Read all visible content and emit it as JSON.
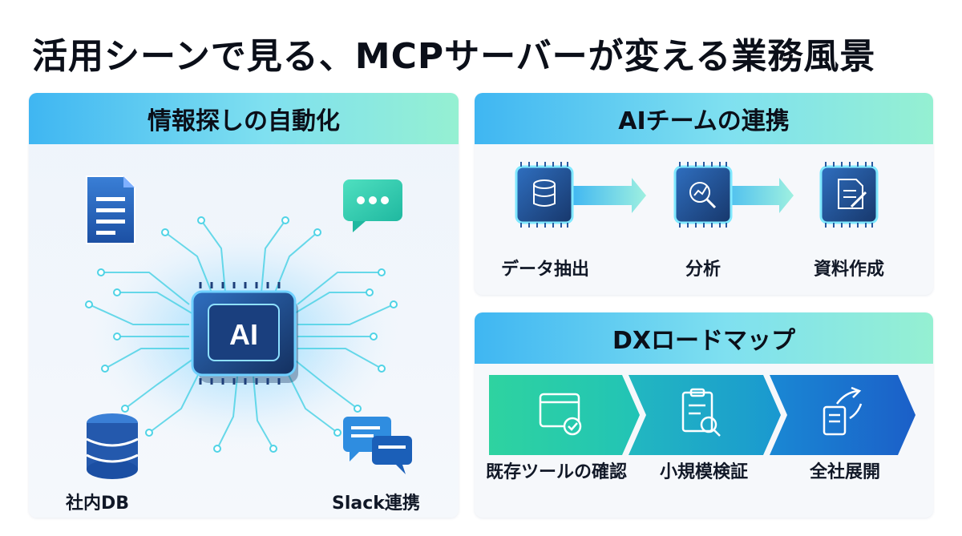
{
  "title": "活用シーンで見る、MCPサーバーが変える業務風景",
  "panels": {
    "info_search": {
      "header": "情報探しの自動化",
      "chip_label": "AI",
      "sources": {
        "internal_db": "社内DB",
        "slack": "Slack連携"
      }
    },
    "ai_team": {
      "header": "AIチームの連携",
      "steps": [
        "データ抽出",
        "分析",
        "資料作成"
      ]
    },
    "dx_roadmap": {
      "header": "DXロードマップ",
      "steps": [
        "既存ツールの確認",
        "小規模検証",
        "全社展開"
      ]
    }
  },
  "colors": {
    "header_start": "#3fb6f2",
    "header_end": "#95f0d2",
    "chip_dark": "#1e3f7a",
    "circuit_cyan": "#4fd3e6",
    "roadmap_start": "#2ed3a0",
    "roadmap_end": "#1b6fd6"
  },
  "icons": {
    "document": "document-icon",
    "chat": "chat-bubble-icon",
    "database": "database-icon",
    "messages": "message-bubbles-icon"
  }
}
